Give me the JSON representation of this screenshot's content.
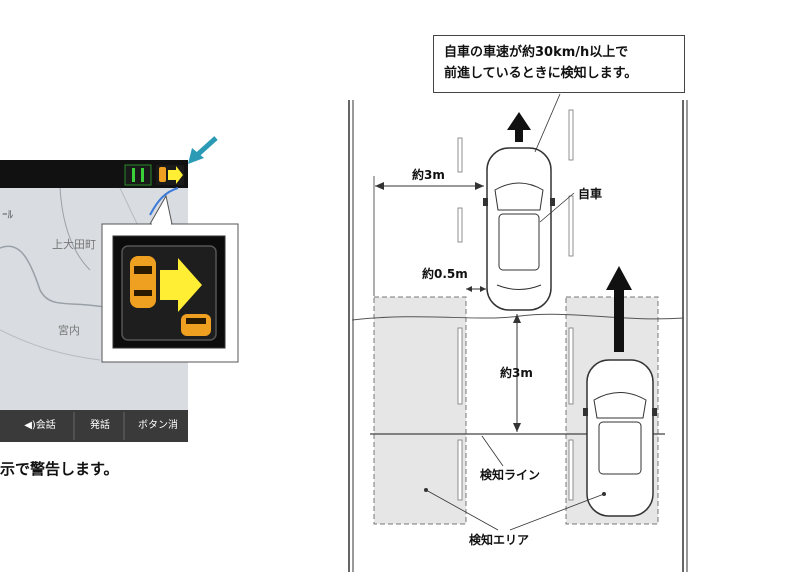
{
  "callout": {
    "line1": "自車の車速が約30km/h以上で",
    "line2": "前進しているときに検知します。"
  },
  "labels": {
    "dist_side": "約3m",
    "own_car": "自車",
    "dist_half": "約0.5m",
    "dist_back": "約3m",
    "detect_line": "検知ライン",
    "detect_area": "検知エリア"
  },
  "screen": {
    "map_place1": "上大田町",
    "map_place2": "宮内",
    "map_marker": "ｰﾙ",
    "softkeys": [
      "◀)会話",
      "発話",
      "ボタン消"
    ],
    "warning_text": "示で警告します。"
  },
  "colors": {
    "arrow_accent": "#2b9bb5",
    "warning_orange": "#f0a020",
    "warning_yellow": "#ffee33",
    "area_gray": "#e6e6e6"
  },
  "icons": [
    "bsm-status-icon",
    "lane-icon",
    "warning-arrow-icon",
    "callout-arrow-icon",
    "car-icon"
  ]
}
